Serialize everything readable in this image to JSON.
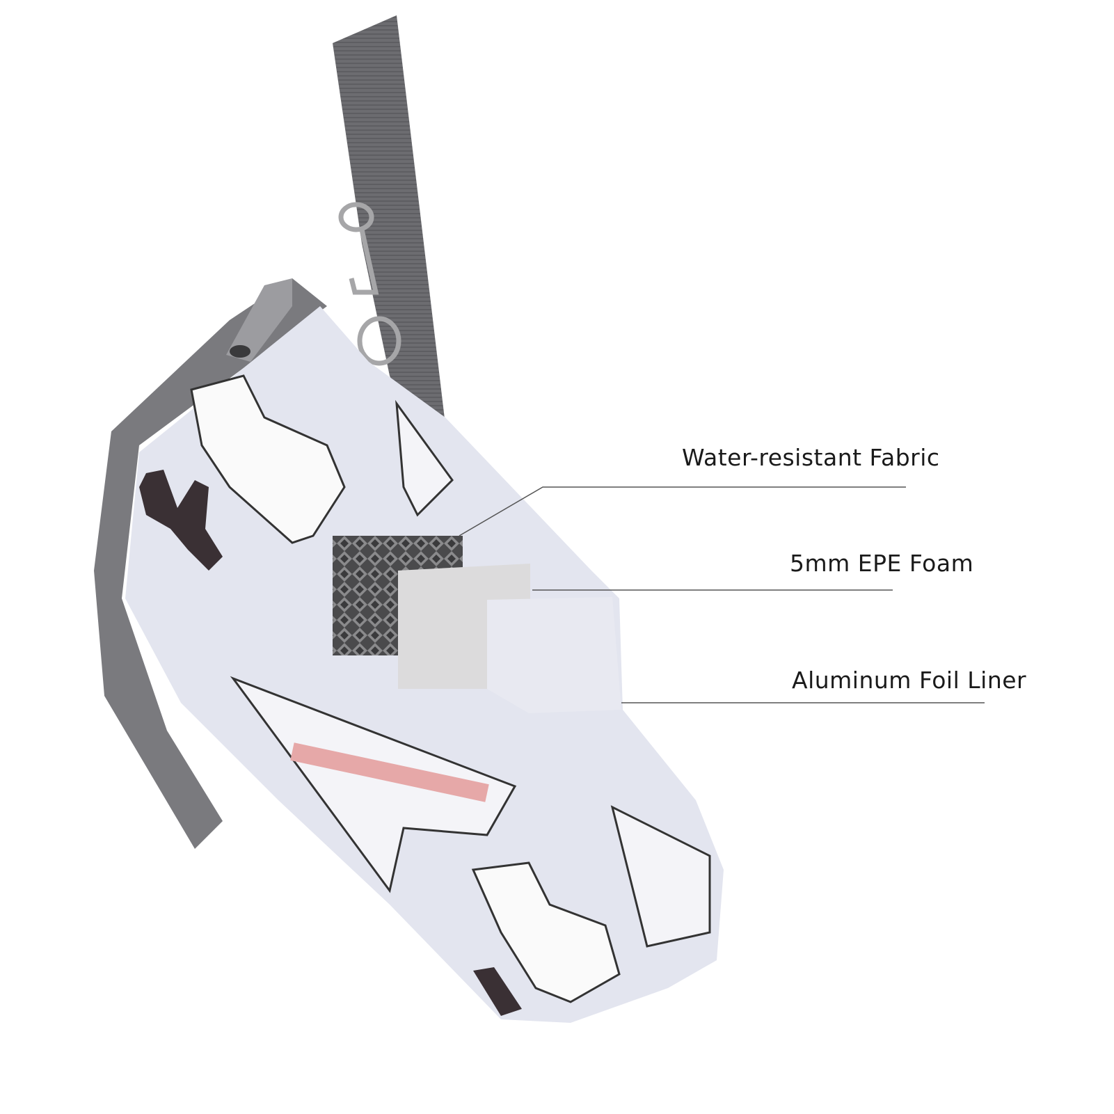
{
  "labels": {
    "fabric": "Water-resistant Fabric",
    "foam": "5mm EPE Foam",
    "liner": "Aluminum Foil Liner"
  },
  "colors": {
    "bag": "#e3e5ef",
    "strap": "#6c6c70",
    "zipper": "#7a7a7e",
    "foam": "#dcdbdc",
    "fabric_swatch": "#4a4a4c",
    "leader_line": "#555555"
  }
}
